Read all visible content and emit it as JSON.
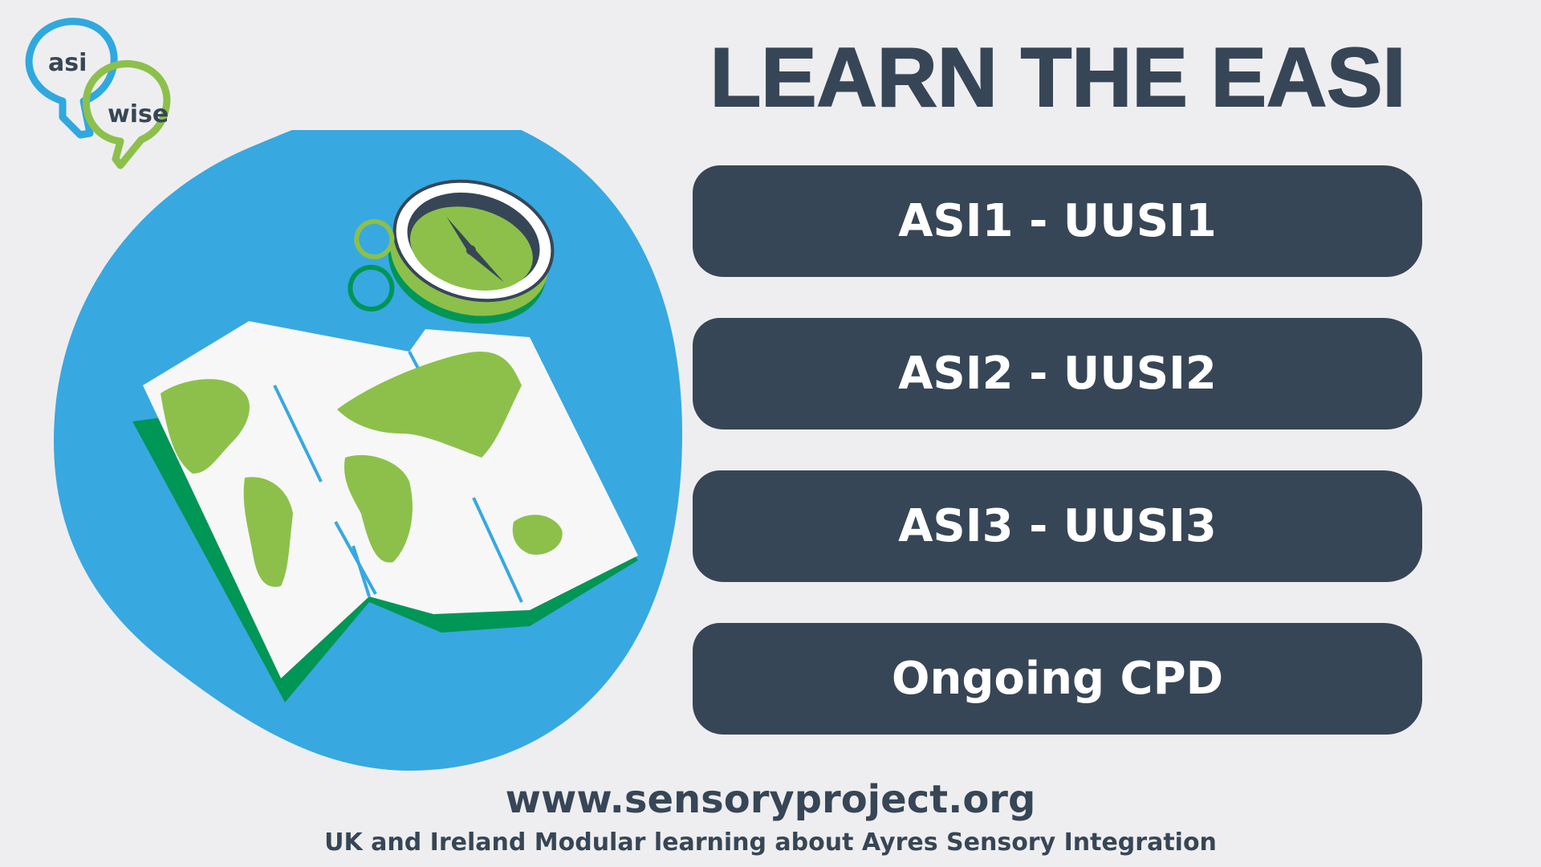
{
  "logo": {
    "word1": "asi",
    "word2": "wise",
    "colors": {
      "blue": "#2FA8E0",
      "green": "#8CC04B"
    }
  },
  "title": "LEARN THE EASI",
  "modules": [
    {
      "label": "ASI1 - UUSI1"
    },
    {
      "label": "ASI2 - UUSI2"
    },
    {
      "label": "ASI3 - UUSI3"
    },
    {
      "label": "Ongoing CPD"
    }
  ],
  "footer": {
    "url": "www.sensoryproject.org",
    "tagline": "UK and Ireland Modular learning about Ayres Sensory Integration"
  },
  "illustration": {
    "subject": "map-and-compass",
    "colors": {
      "blob": "#38A8E0",
      "land": "#8CC04B",
      "map_edge": "#009656",
      "text": "#374656"
    }
  }
}
